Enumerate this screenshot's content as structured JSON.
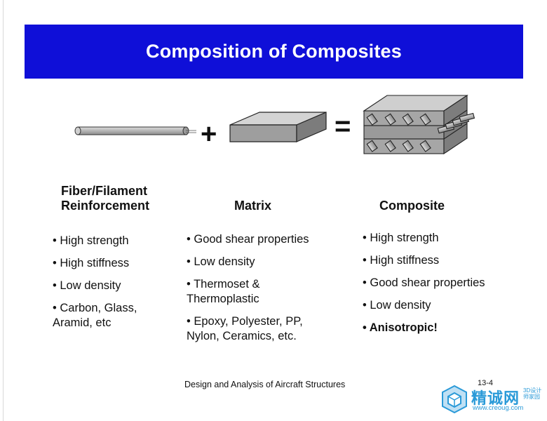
{
  "slide": {
    "title": "Composition of Composites",
    "operators": {
      "plus": "+",
      "equals": "="
    },
    "illustration_icons": [
      "fiber-rod-icon",
      "matrix-block-icon",
      "composite-block-icon"
    ],
    "columns": [
      {
        "heading": "Fiber/Filament\nReinforcement",
        "bullets": [
          {
            "text": "High strength"
          },
          {
            "text": "High stiffness"
          },
          {
            "text": "Low density"
          },
          {
            "text": "Carbon, Glass, Aramid, etc"
          }
        ]
      },
      {
        "heading": "Matrix",
        "bullets": [
          {
            "text": "Good shear properties"
          },
          {
            "text": "Low density"
          },
          {
            "text": "Thermoset & Thermoplastic"
          },
          {
            "text": "Epoxy, Polyester, PP, Nylon, Ceramics, etc."
          }
        ]
      },
      {
        "heading": "Composite",
        "bullets": [
          {
            "text": "High strength"
          },
          {
            "text": "High stiffness"
          },
          {
            "text": "Good shear properties"
          },
          {
            "text": "Low density"
          },
          {
            "text": "Anisotropic!",
            "bold": true
          }
        ]
      }
    ],
    "footer": "Design and Analysis of Aircraft Structures",
    "slide_number": "13-4"
  },
  "watermark": {
    "name": "精诚网",
    "tagline": "3D设计师家园",
    "url": "www.creoug.com"
  },
  "colors": {
    "banner": "#0f0fd8",
    "title_text": "#ffffff",
    "watermark": "#2a9ad8"
  }
}
